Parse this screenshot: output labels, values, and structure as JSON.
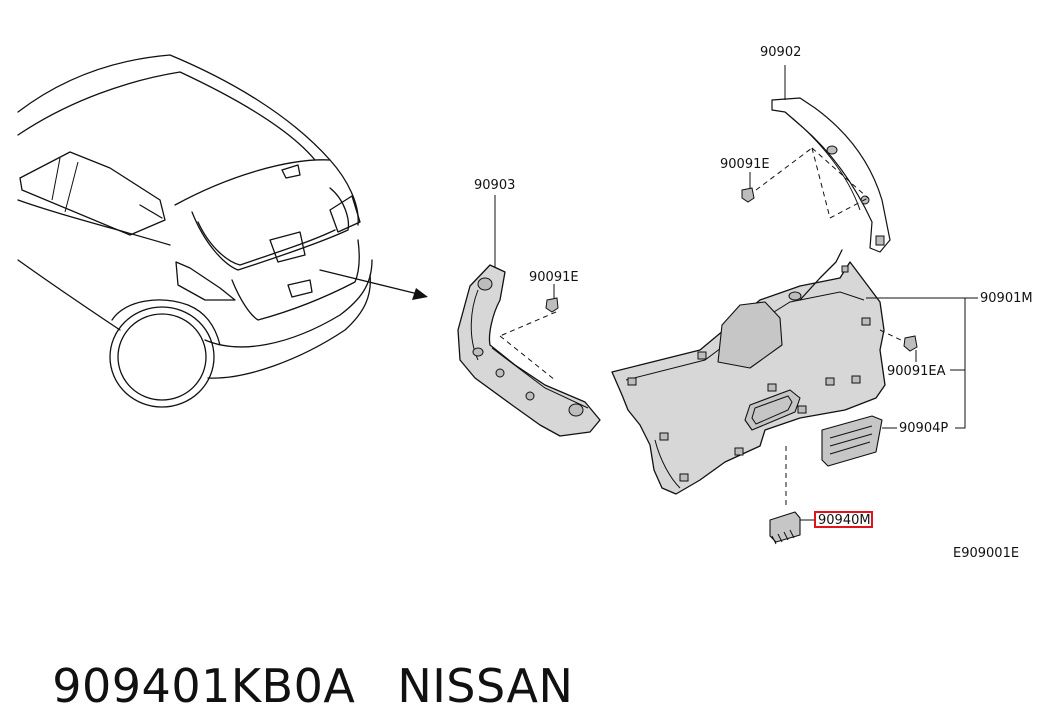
{
  "diagram": {
    "callouts": {
      "p90902": "90902",
      "p90903": "90903",
      "p90091e_top": "90091E",
      "p90091e_left": "90091E",
      "p90901m": "90901M",
      "p90091ea": "90091EA",
      "p90904p": "90904P",
      "p90940m": "90940M"
    },
    "highlighted_part": "90940M",
    "highlight_color": "#e0141e",
    "figure_code": "E909001E"
  },
  "footer": {
    "part_number": "909401KB0A",
    "brand": "NISSAN"
  }
}
